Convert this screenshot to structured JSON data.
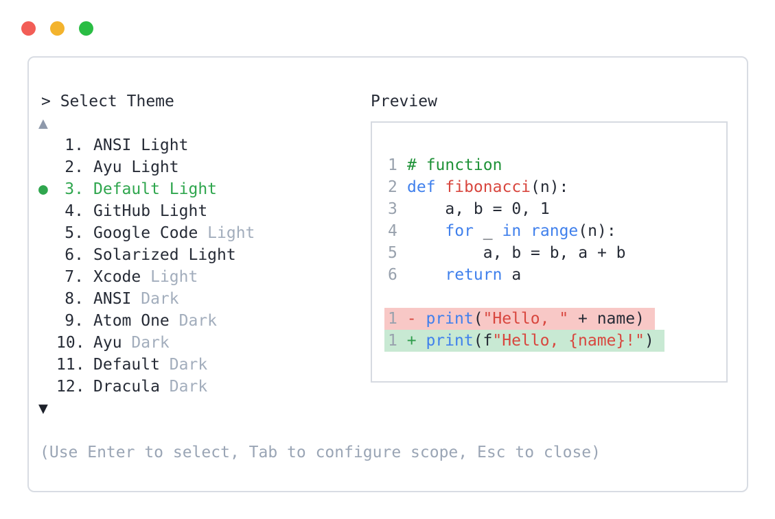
{
  "window_controls": {
    "close_color": "#f25d56",
    "minimize_color": "#f3b32d",
    "maximize_color": "#2abd44"
  },
  "picker": {
    "prompt": "> Select Theme",
    "scroll_up": "▲",
    "scroll_down": "▼",
    "selected_marker": "●",
    "items": [
      {
        "number": "1.",
        "name": "ANSI Light",
        "variant": ""
      },
      {
        "number": "2.",
        "name": "Ayu Light",
        "variant": ""
      },
      {
        "number": "3.",
        "name": "Default Light",
        "variant": "",
        "selected": true
      },
      {
        "number": "4.",
        "name": "GitHub Light",
        "variant": ""
      },
      {
        "number": "5.",
        "name": "Google Code",
        "variant": "Light"
      },
      {
        "number": "6.",
        "name": "Solarized Light",
        "variant": ""
      },
      {
        "number": "7.",
        "name": "Xcode",
        "variant": "Light"
      },
      {
        "number": "8.",
        "name": "ANSI",
        "variant": "Dark"
      },
      {
        "number": "9.",
        "name": "Atom One",
        "variant": "Dark"
      },
      {
        "number": "10.",
        "name": "Ayu",
        "variant": "Dark"
      },
      {
        "number": "11.",
        "name": "Default",
        "variant": "Dark"
      },
      {
        "number": "12.",
        "name": "Dracula",
        "variant": "Dark"
      }
    ],
    "hint": "(Use Enter to select, Tab to configure scope, Esc to close)"
  },
  "preview": {
    "title": "Preview",
    "code_lines": [
      {
        "number": "1",
        "tokens": [
          {
            "text": "# function",
            "type": "comment"
          }
        ]
      },
      {
        "number": "2",
        "tokens": [
          {
            "text": "def ",
            "type": "keyword"
          },
          {
            "text": "fibonacci",
            "type": "function"
          },
          {
            "text": "(n):",
            "type": "plain"
          }
        ]
      },
      {
        "number": "3",
        "tokens": [
          {
            "text": "    a, b = 0, 1",
            "type": "plain"
          }
        ]
      },
      {
        "number": "4",
        "tokens": [
          {
            "text": "    ",
            "type": "plain"
          },
          {
            "text": "for",
            "type": "keyword"
          },
          {
            "text": " _ ",
            "type": "plain"
          },
          {
            "text": "in",
            "type": "keyword"
          },
          {
            "text": " ",
            "type": "plain"
          },
          {
            "text": "range",
            "type": "keyword"
          },
          {
            "text": "(n):",
            "type": "plain"
          }
        ]
      },
      {
        "number": "5",
        "tokens": [
          {
            "text": "        a, b = b, a + b",
            "type": "plain"
          }
        ]
      },
      {
        "number": "6",
        "tokens": [
          {
            "text": "    ",
            "type": "plain"
          },
          {
            "text": "return",
            "type": "keyword"
          },
          {
            "text": " a",
            "type": "plain"
          }
        ]
      }
    ],
    "diff_lines": [
      {
        "number": "1",
        "sign": "-",
        "kind": "removed",
        "tokens": [
          {
            "text": "print",
            "type": "builtin"
          },
          {
            "text": "(",
            "type": "plain"
          },
          {
            "text": "\"Hello, \"",
            "type": "string"
          },
          {
            "text": " + name)",
            "type": "plain"
          }
        ]
      },
      {
        "number": "1",
        "sign": "+",
        "kind": "added",
        "tokens": [
          {
            "text": "print",
            "type": "builtin"
          },
          {
            "text": "(f",
            "type": "plain"
          },
          {
            "text": "\"Hello, {name}!\"",
            "type": "string"
          },
          {
            "text": ")",
            "type": "plain"
          }
        ]
      }
    ]
  },
  "colors": {
    "selected_green": "#2fa64e",
    "keyword_blue": "#4080ec",
    "string_red": "#d8463e",
    "comment_green": "#1f9238",
    "variant_gray": "#a2adbc",
    "hint_gray": "#9aa5b5",
    "line_number_gray": "#98a1ad",
    "diff_removed_bg": "#f8c8c6",
    "diff_added_bg": "#c8e9d3",
    "panel_border": "#d8dce3"
  }
}
